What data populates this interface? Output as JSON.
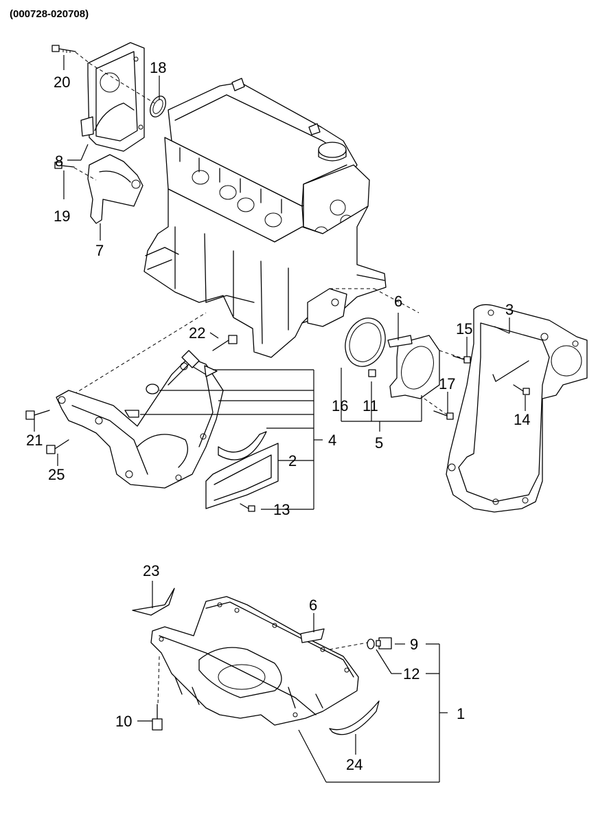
{
  "header": {
    "code": "(000728-020708)"
  },
  "callouts": [
    {
      "id": "c1",
      "label": "1"
    },
    {
      "id": "c2",
      "label": "2"
    },
    {
      "id": "c3",
      "label": "3"
    },
    {
      "id": "c4",
      "label": "4"
    },
    {
      "id": "c5",
      "label": "5"
    },
    {
      "id": "c6a",
      "label": "6"
    },
    {
      "id": "c6b",
      "label": "6"
    },
    {
      "id": "c7",
      "label": "7"
    },
    {
      "id": "c8",
      "label": "8"
    },
    {
      "id": "c9",
      "label": "9"
    },
    {
      "id": "c10",
      "label": "10"
    },
    {
      "id": "c11",
      "label": "11"
    },
    {
      "id": "c12",
      "label": "12"
    },
    {
      "id": "c13",
      "label": "13"
    },
    {
      "id": "c14",
      "label": "14"
    },
    {
      "id": "c15",
      "label": "15"
    },
    {
      "id": "c16",
      "label": "16"
    },
    {
      "id": "c17",
      "label": "17"
    },
    {
      "id": "c18",
      "label": "18"
    },
    {
      "id": "c19",
      "label": "19"
    },
    {
      "id": "c20",
      "label": "20"
    },
    {
      "id": "c21",
      "label": "21"
    },
    {
      "id": "c22",
      "label": "22"
    },
    {
      "id": "c23",
      "label": "23"
    },
    {
      "id": "c24",
      "label": "24"
    },
    {
      "id": "c25",
      "label": "25"
    }
  ]
}
